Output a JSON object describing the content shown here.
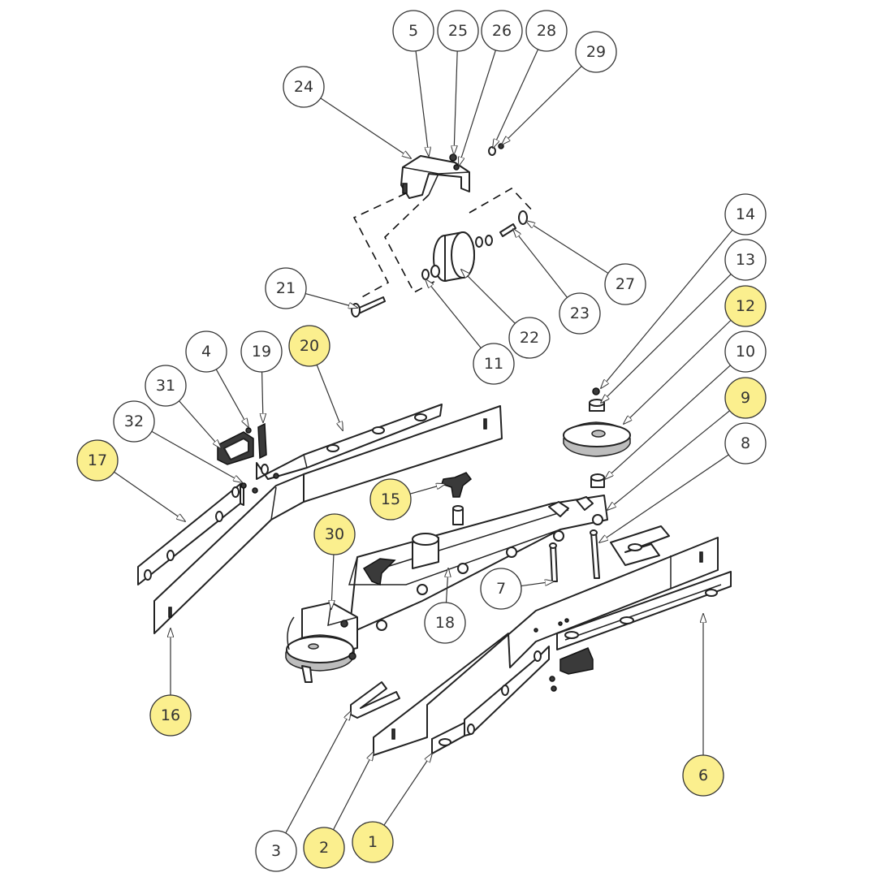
{
  "colors": {
    "highlight": "#fbef8e",
    "normal": "#ffffff",
    "line": "#333333"
  },
  "callouts": [
    {
      "id": "5",
      "label": "5",
      "highlighted": false
    },
    {
      "id": "25",
      "label": "25",
      "highlighted": false
    },
    {
      "id": "26",
      "label": "26",
      "highlighted": false
    },
    {
      "id": "28",
      "label": "28",
      "highlighted": false
    },
    {
      "id": "29",
      "label": "29",
      "highlighted": false
    },
    {
      "id": "24",
      "label": "24",
      "highlighted": false
    },
    {
      "id": "14",
      "label": "14",
      "highlighted": false
    },
    {
      "id": "13",
      "label": "13",
      "highlighted": false
    },
    {
      "id": "12",
      "label": "12",
      "highlighted": true
    },
    {
      "id": "10",
      "label": "10",
      "highlighted": false
    },
    {
      "id": "9",
      "label": "9",
      "highlighted": true
    },
    {
      "id": "8",
      "label": "8",
      "highlighted": false
    },
    {
      "id": "27",
      "label": "27",
      "highlighted": false
    },
    {
      "id": "23",
      "label": "23",
      "highlighted": false
    },
    {
      "id": "22",
      "label": "22",
      "highlighted": false
    },
    {
      "id": "11",
      "label": "11",
      "highlighted": false
    },
    {
      "id": "21",
      "label": "21",
      "highlighted": false
    },
    {
      "id": "4",
      "label": "4",
      "highlighted": false
    },
    {
      "id": "19",
      "label": "19",
      "highlighted": false
    },
    {
      "id": "20",
      "label": "20",
      "highlighted": true
    },
    {
      "id": "31",
      "label": "31",
      "highlighted": false
    },
    {
      "id": "32",
      "label": "32",
      "highlighted": false
    },
    {
      "id": "17",
      "label": "17",
      "highlighted": true
    },
    {
      "id": "15",
      "label": "15",
      "highlighted": true
    },
    {
      "id": "30",
      "label": "30",
      "highlighted": true
    },
    {
      "id": "7",
      "label": "7",
      "highlighted": false
    },
    {
      "id": "18",
      "label": "18",
      "highlighted": false
    },
    {
      "id": "16",
      "label": "16",
      "highlighted": true
    },
    {
      "id": "6",
      "label": "6",
      "highlighted": true
    },
    {
      "id": "3",
      "label": "3",
      "highlighted": false
    },
    {
      "id": "2",
      "label": "2",
      "highlighted": true
    },
    {
      "id": "1",
      "label": "1",
      "highlighted": true
    }
  ]
}
